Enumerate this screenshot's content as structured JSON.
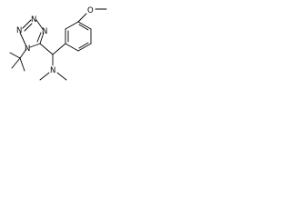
{
  "labels": {
    "n_tet_1": "N",
    "n_tet_2": "N",
    "n_tet_3": "N",
    "n_tet_4": "N",
    "methoxy_o": "O",
    "amine_n": "N"
  },
  "colors": {
    "bond": "#000000",
    "background": "#ffffff"
  }
}
